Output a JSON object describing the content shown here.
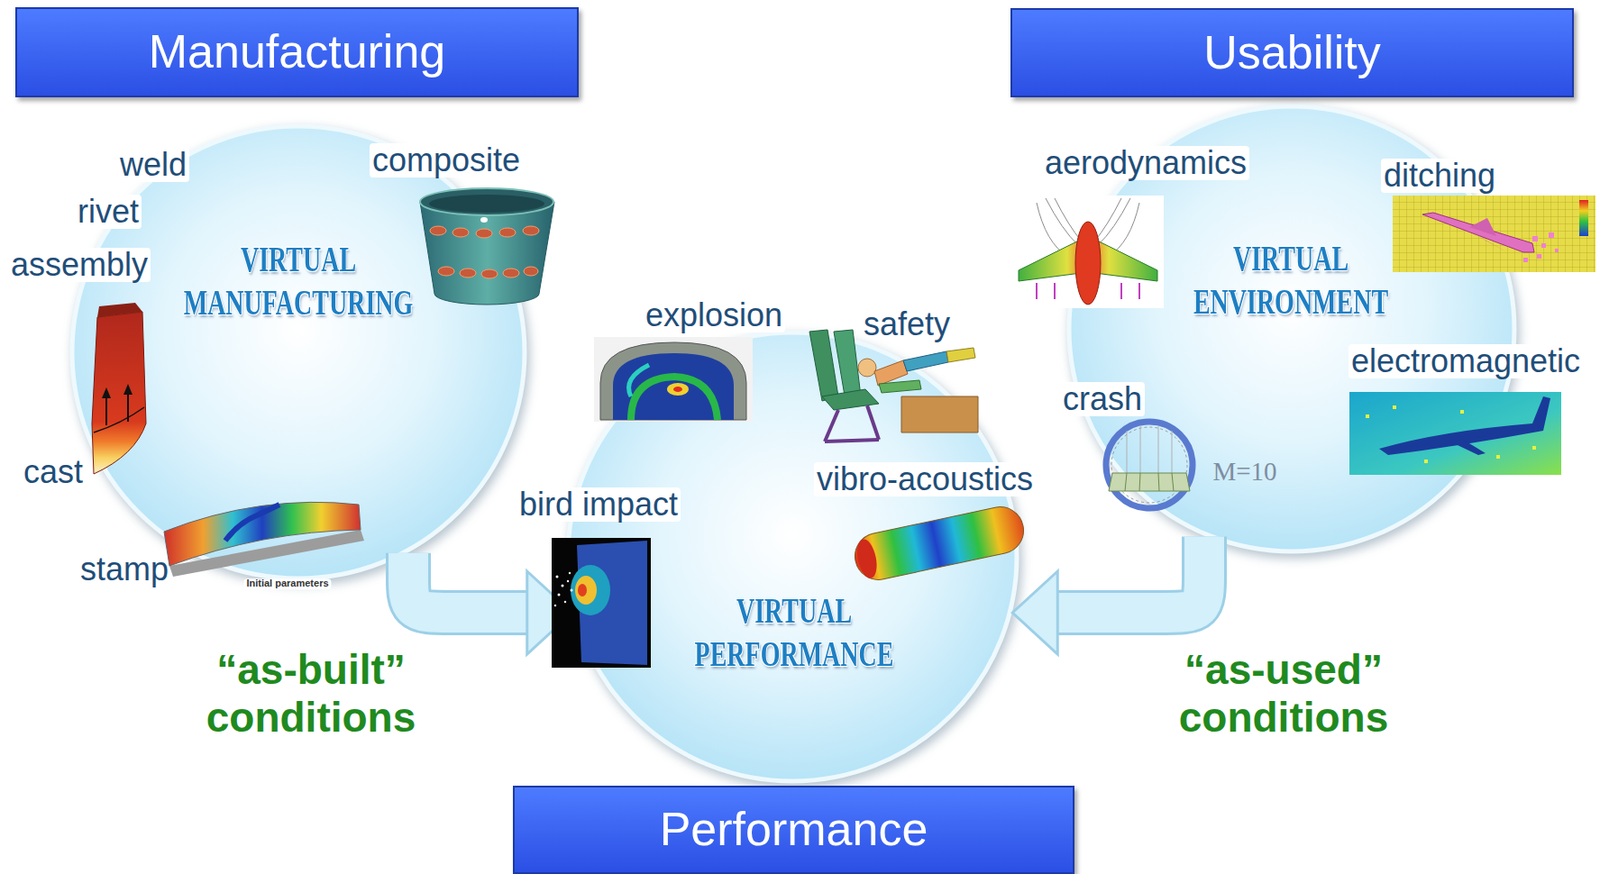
{
  "diagram": {
    "nodes": [
      {
        "text": [
          "Manufacturing"
        ]
      },
      {
        "text": [
          "Usability"
        ]
      },
      {
        "text": [
          "VIRTUAL MANUFACTURING"
        ]
      },
      {
        "text": [
          "VIRTUAL ENVIRONMENT"
        ]
      },
      {
        "text": [
          "VIRTUAL PERFORMANCE"
        ]
      },
      {
        "text": [
          "Performance"
        ]
      }
    ],
    "edges": [
      {
        "from": 2,
        "to": 4,
        "arrow": "to",
        "label": "“as-built” conditions"
      },
      {
        "from": 3,
        "to": 4,
        "arrow": "to",
        "label": "“as-used” conditions"
      }
    ],
    "labels": [
      "weld",
      "rivet",
      "assembly",
      "composite",
      "cast",
      "stamp",
      "Initial parameters",
      "explosion",
      "safety",
      "bird impact",
      "vibro-acoustics",
      "aerodynamics",
      "ditching",
      "crash",
      "M=10",
      "electromagnetic"
    ]
  }
}
